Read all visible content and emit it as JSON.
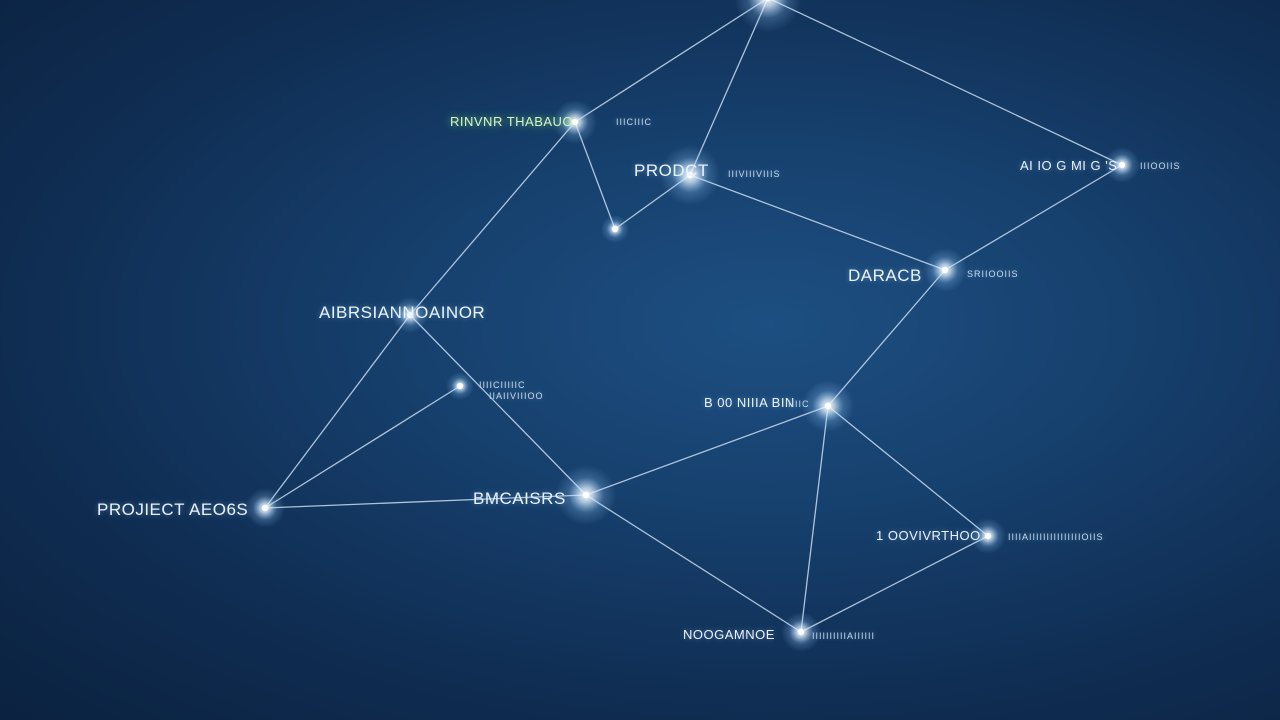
{
  "nodes": [
    {
      "id": "top"
    },
    {
      "id": "n1",
      "label": "RINVNR THABAUO",
      "sub": "IIICIIIC"
    },
    {
      "id": "n2"
    },
    {
      "id": "n3",
      "label": "PRODCT",
      "sub": "IIIVIIIVIIIS"
    },
    {
      "id": "n4",
      "label": "AI IO G MI G 'S",
      "sub": "IIIOOIIS"
    },
    {
      "id": "n5",
      "label": "DARACB",
      "sub": "SRIIOOIIS"
    },
    {
      "id": "n6",
      "label": "AIBRSIANNOAINOR"
    },
    {
      "id": "n7",
      "sub": "IIIICIIIIIC",
      "sub2": "IIAIIVIIIOO"
    },
    {
      "id": "n8",
      "label": "B 00 NIIIA BIN",
      "sub": "IIIIC"
    },
    {
      "id": "n9",
      "label": "PROJIECT AEO6S"
    },
    {
      "id": "n10",
      "label": "BMCAISRS"
    },
    {
      "id": "n11",
      "label": "1 OOVIVRTHOO",
      "sub": "IIIIAIIIIIIIIIIIIIIIOIIS"
    },
    {
      "id": "n12",
      "label": "NOOGAMNOE",
      "sub": "IIIIIIIIIIAIIIIII"
    }
  ],
  "edges": [
    [
      "top",
      "n1"
    ],
    [
      "top",
      "n3"
    ],
    [
      "top",
      "n4"
    ],
    [
      "n1",
      "n2"
    ],
    [
      "n2",
      "n3"
    ],
    [
      "n1",
      "n6"
    ],
    [
      "n3",
      "n5"
    ],
    [
      "n4",
      "n5"
    ],
    [
      "n5",
      "n8"
    ],
    [
      "n6",
      "n9"
    ],
    [
      "n6",
      "n10"
    ],
    [
      "n7",
      "n9"
    ],
    [
      "n9",
      "n10"
    ],
    [
      "n10",
      "n8"
    ],
    [
      "n10",
      "n12"
    ],
    [
      "n8",
      "n12"
    ],
    [
      "n8",
      "n11"
    ],
    [
      "n11",
      "n12"
    ]
  ],
  "colors": {
    "node": "#ffffff",
    "edge": "#c8dcf0",
    "background": "#163f6c",
    "accent_label": "#d8f4c6"
  }
}
